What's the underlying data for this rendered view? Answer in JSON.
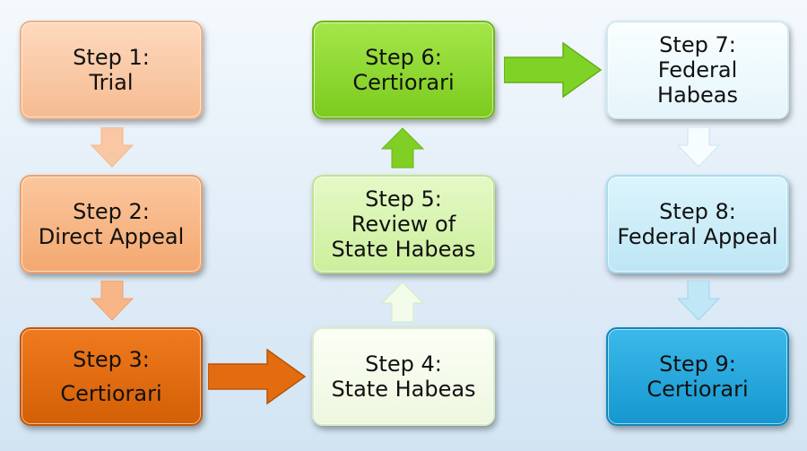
{
  "steps": [
    {
      "lines": [
        "Step 1:",
        "Trial"
      ],
      "color": "#f8c6a1"
    },
    {
      "lines": [
        "Step 2:",
        "Direct Appeal"
      ],
      "color": "#f7b585"
    },
    {
      "lines": [
        "Step 3:",
        "Certiorari"
      ],
      "color": "#e16a0c"
    },
    {
      "lines": [
        "Step 4:",
        "State Habeas"
      ],
      "color": "#f3fbea"
    },
    {
      "lines": [
        "Step 5:",
        "Review of",
        "State Habeas"
      ],
      "color": "#d6f3ac"
    },
    {
      "lines": [
        "Step 6:",
        "Certiorari"
      ],
      "color": "#8ed630"
    },
    {
      "lines": [
        "Step 7:",
        "Federal",
        "Habeas"
      ],
      "color": "#eaf8fc"
    },
    {
      "lines": [
        "Step 8:",
        "Federal Appeal"
      ],
      "color": "#c5ecf8"
    },
    {
      "lines": [
        "Step 9:",
        "Certiorari"
      ],
      "color": "#1ea6dc"
    }
  ]
}
